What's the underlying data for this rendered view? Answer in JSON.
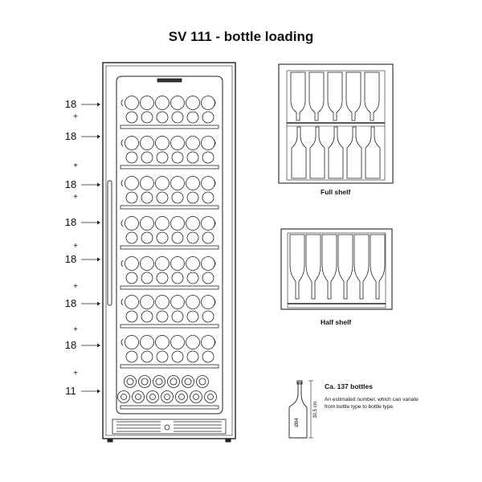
{
  "title": "SV 111 - bottle loading",
  "labels": {
    "full_shelf": "Full shelf",
    "half_shelf": "Half shelf",
    "count": "Ca. 137 bottles",
    "note": "An estimated number, which can variate from bottle type to bottle type.",
    "height_dim": "30,5 cm",
    "diameter_dim": "Ø84"
  },
  "shelves": [
    {
      "count": "18",
      "plus": "+"
    },
    {
      "count": "18",
      "plus": "+"
    },
    {
      "count": "18",
      "plus": "+"
    },
    {
      "count": "18",
      "plus": "+"
    },
    {
      "count": "18",
      "plus": "+"
    },
    {
      "count": "18",
      "plus": "+"
    },
    {
      "count": "18",
      "plus": "+"
    },
    {
      "count": "11",
      "plus": ""
    }
  ]
}
